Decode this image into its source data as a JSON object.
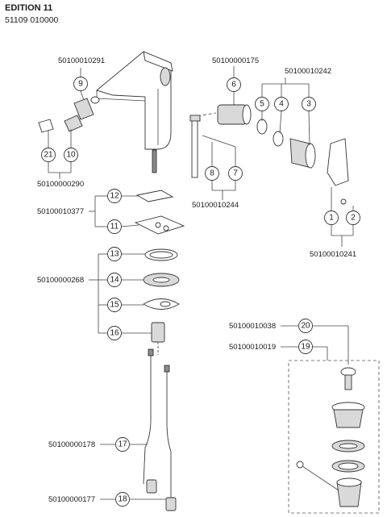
{
  "header": {
    "title": "EDITION 11",
    "subtitle": "51109 010000"
  },
  "callouts": {
    "c1": "1",
    "c2": "2",
    "c3": "3",
    "c4": "4",
    "c5": "5",
    "c6": "6",
    "c7": "7",
    "c8": "8",
    "c9": "9",
    "c10": "10",
    "c11": "11",
    "c12": "12",
    "c13": "13",
    "c14": "14",
    "c15": "15",
    "c16": "16",
    "c17": "17",
    "c18": "18",
    "c19": "19",
    "c20": "20",
    "c21": "21"
  },
  "part_numbers": {
    "p_9": "50100010291",
    "p_6": "50100000175",
    "p_345": "50100010242",
    "p_21_10": "50100000290",
    "p_8_7": "50100010244",
    "p_12_11": "50100010377",
    "p_1_2": "50100010241",
    "p_13_16": "50100000268",
    "p_20": "50100010038",
    "p_19": "50100010019",
    "p_17": "50100000178",
    "p_18": "50100000177"
  }
}
